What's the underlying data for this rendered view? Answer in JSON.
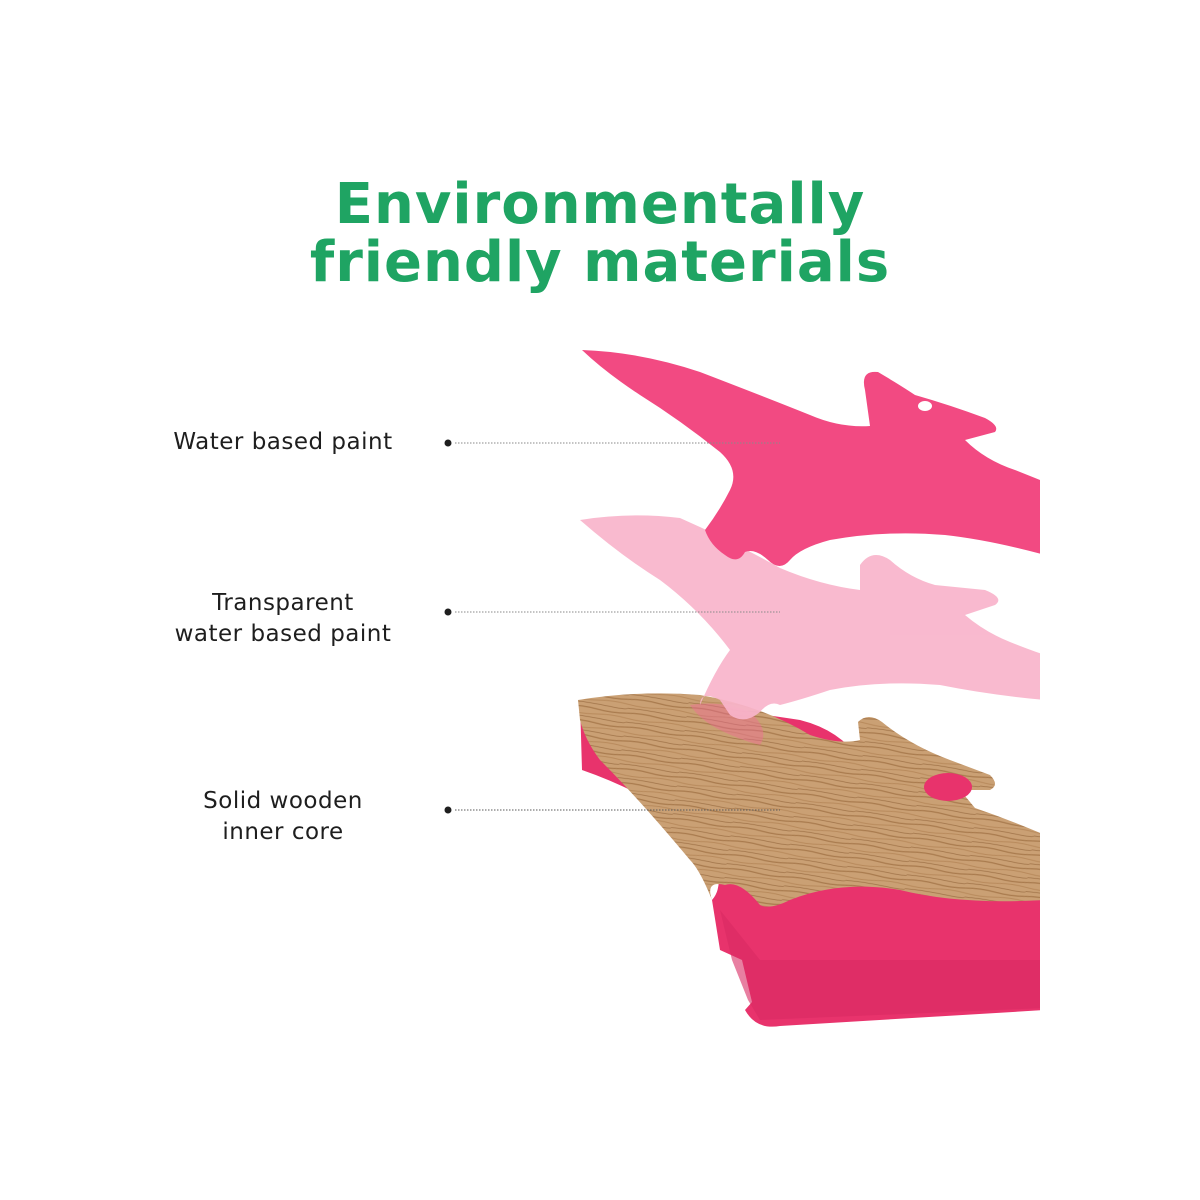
{
  "heading": {
    "line1": "Environmentally",
    "line2": "friendly materials"
  },
  "layers": [
    {
      "line1": "Water based paint",
      "line2": ""
    },
    {
      "line1": "Transparent",
      "line2": "water based paint"
    },
    {
      "line1": "Solid wooden",
      "line2": "inner core"
    }
  ],
  "colors": {
    "heading": "#1fa463",
    "paint": "#f24a82",
    "transparent_paint": "#f9b4cb",
    "wood": "#c99b6c",
    "wood_edge": "#e8336c"
  }
}
